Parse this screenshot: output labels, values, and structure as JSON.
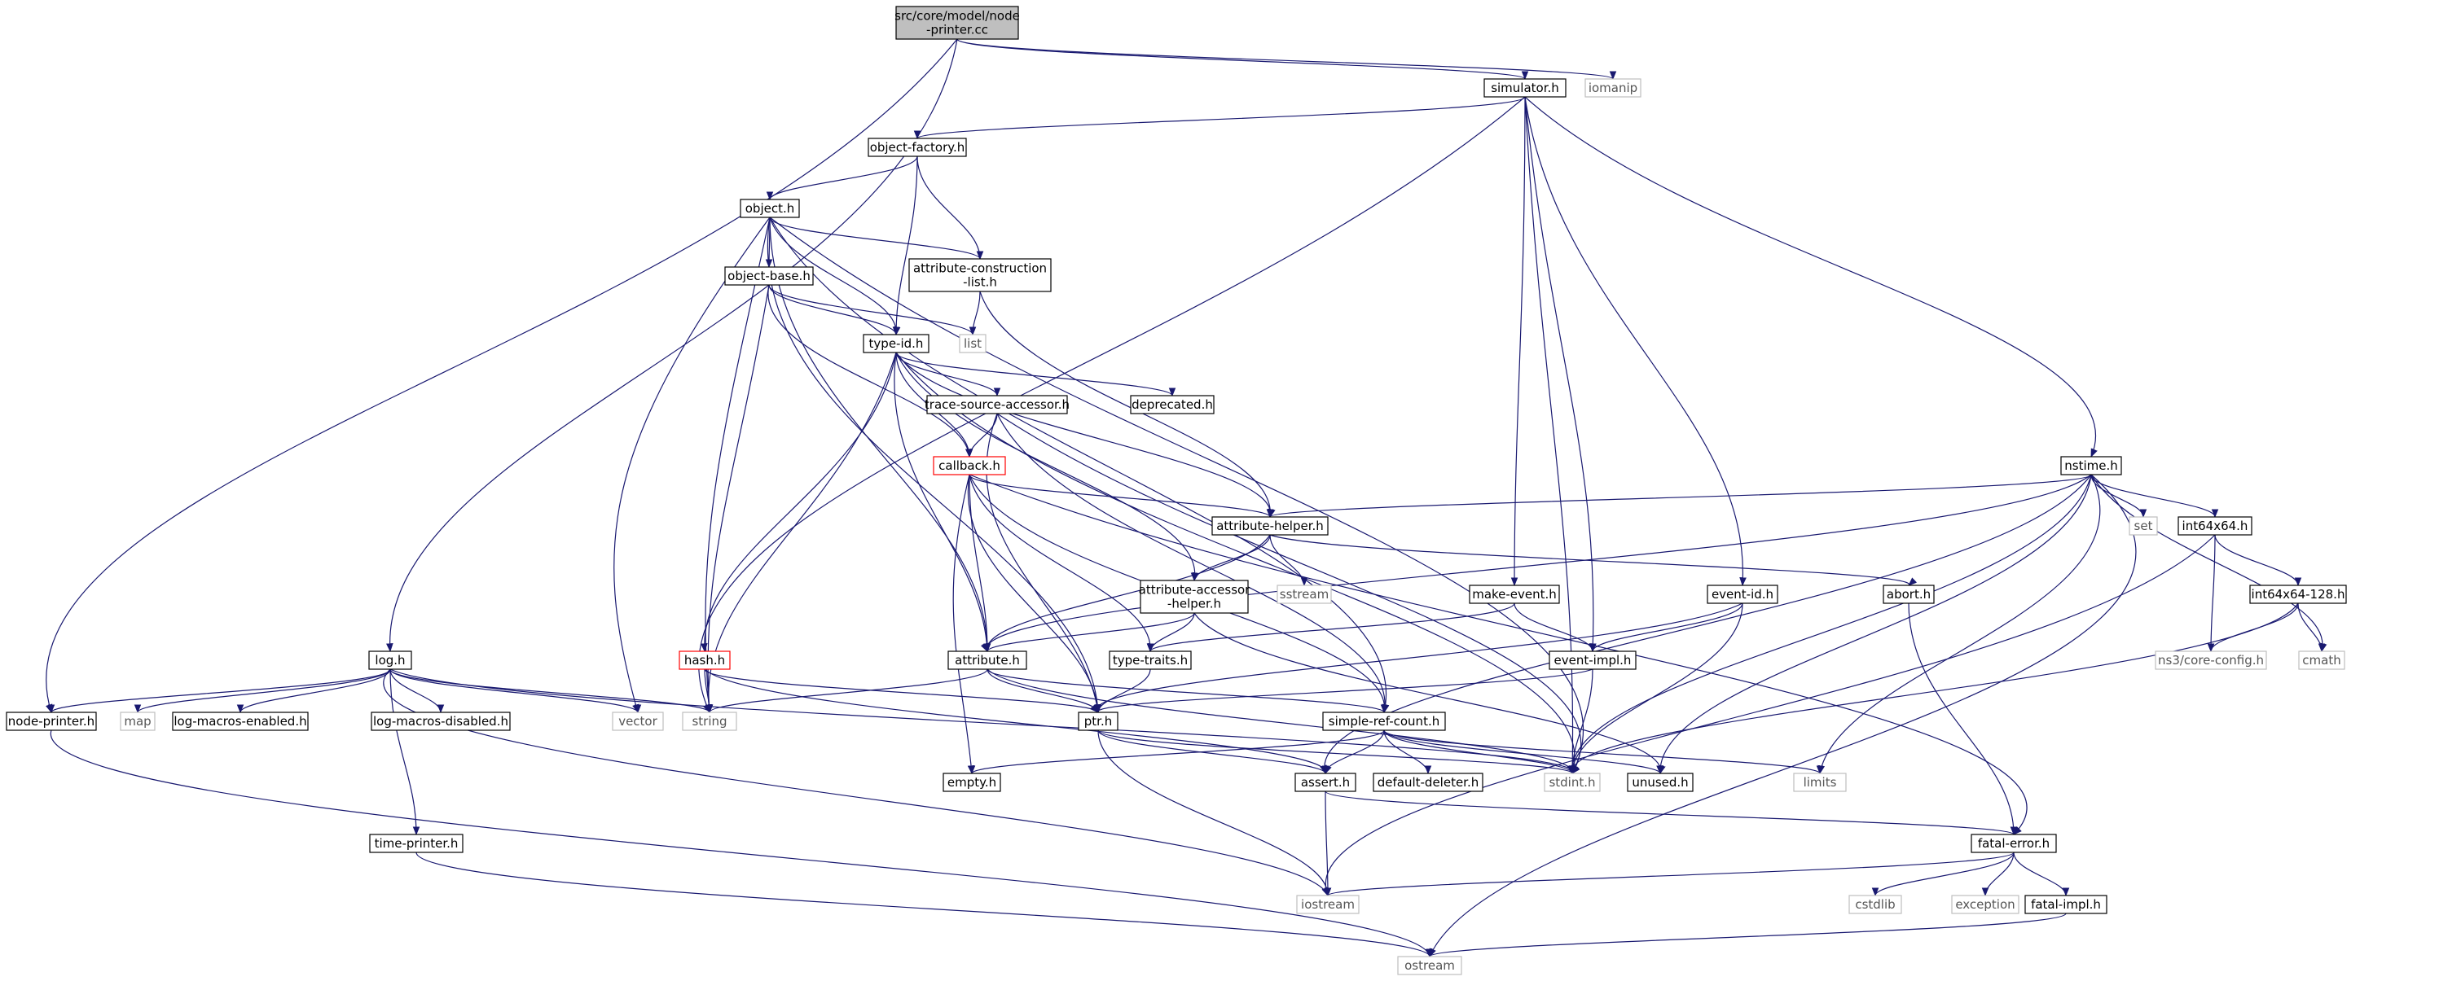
{
  "colors": {
    "edge": "#191970",
    "node_border": "#000000",
    "external_border": "#bfbfbf",
    "root_fill": "#bfbfbf",
    "truncated_border": "#ff0000",
    "external_text": "#555555"
  },
  "nodes": {
    "root": [
      "src/core/model/node",
      "-printer.cc"
    ],
    "iomanip": "iomanip",
    "simulator": "simulator.h",
    "object_factory": "object-factory.h",
    "object": "object.h",
    "object_base": "object-base.h",
    "attr_construction": [
      "attribute-construction",
      "-list.h"
    ],
    "list": "list",
    "type_id": "type-id.h",
    "deprecated": "deprecated.h",
    "trace_source": "trace-source-accessor.h",
    "callback": "callback.h",
    "attr_helper": "attribute-helper.h",
    "sstream": "sstream",
    "attr_accessor": [
      "attribute-accessor",
      "-helper.h"
    ],
    "make_event": "make-event.h",
    "event_id": "event-id.h",
    "abort": "abort.h",
    "nstime": "nstime.h",
    "set": "set",
    "int64x64": "int64x64.h",
    "int64x64_128": "int64x64-128.h",
    "core_config": "ns3/core-config.h",
    "cmath": "cmath",
    "log": "log.h",
    "hash": "hash.h",
    "attribute": "attribute.h",
    "type_traits": "type-traits.h",
    "event_impl": "event-impl.h",
    "node_printer": "node-printer.h",
    "map": "map",
    "log_enabled": "log-macros-enabled.h",
    "log_disabled": "log-macros-disabled.h",
    "vector": "vector",
    "string": "string",
    "ptr": "ptr.h",
    "simple_ref": "simple-ref-count.h",
    "empty": "empty.h",
    "assert": "assert.h",
    "default_deleter": "default-deleter.h",
    "stdint": "stdint.h",
    "unused": "unused.h",
    "limits": "limits",
    "time_printer": "time-printer.h",
    "fatal_error": "fatal-error.h",
    "iostream": "iostream",
    "cstdlib": "cstdlib",
    "exception": "exception",
    "fatal_impl": "fatal-impl.h",
    "ostream": "ostream"
  }
}
